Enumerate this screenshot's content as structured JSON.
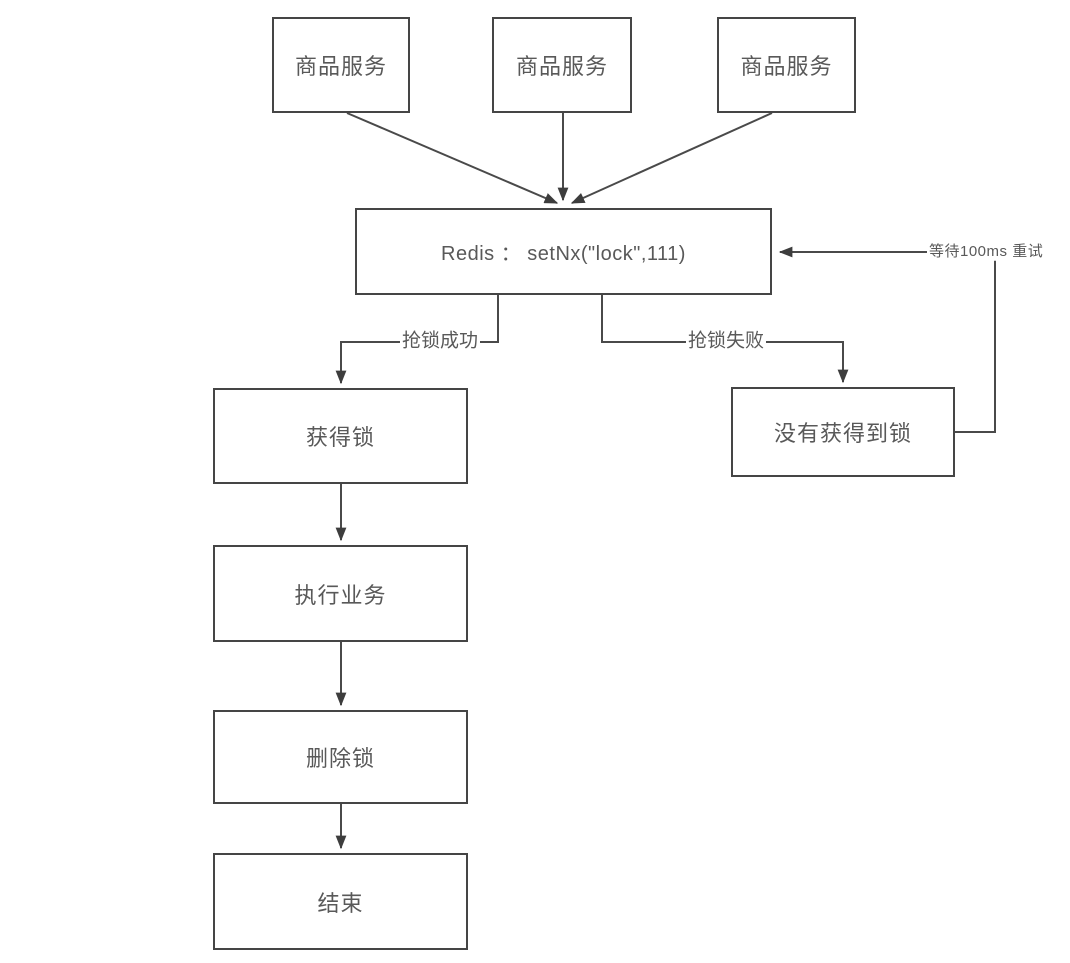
{
  "diagram": {
    "type": "flowchart",
    "background_color": "#ffffff",
    "stroke_color": "#4a4a4a",
    "text_color": "#595959",
    "nodes": {
      "service1": {
        "label": "商品服务"
      },
      "service2": {
        "label": "商品服务"
      },
      "service3": {
        "label": "商品服务"
      },
      "redis": {
        "label": "Redis ： setNx(\"lock\",111)"
      },
      "acquired": {
        "label": "获得锁"
      },
      "not_acquired": {
        "label": "没有获得到锁"
      },
      "execute": {
        "label": "执行业务"
      },
      "delete_lock": {
        "label": "删除锁"
      },
      "end": {
        "label": "结束"
      }
    },
    "edge_labels": {
      "success": "抢锁成功",
      "fail": "抢锁失败",
      "retry": "等待100ms 重试"
    },
    "edges": [
      {
        "from": "service1",
        "to": "redis"
      },
      {
        "from": "service2",
        "to": "redis"
      },
      {
        "from": "service3",
        "to": "redis"
      },
      {
        "from": "redis",
        "to": "acquired",
        "label": "抢锁成功"
      },
      {
        "from": "redis",
        "to": "not_acquired",
        "label": "抢锁失败"
      },
      {
        "from": "acquired",
        "to": "execute"
      },
      {
        "from": "execute",
        "to": "delete_lock"
      },
      {
        "from": "delete_lock",
        "to": "end"
      },
      {
        "from": "not_acquired",
        "to": "redis",
        "label": "等待100ms 重试"
      }
    ]
  }
}
